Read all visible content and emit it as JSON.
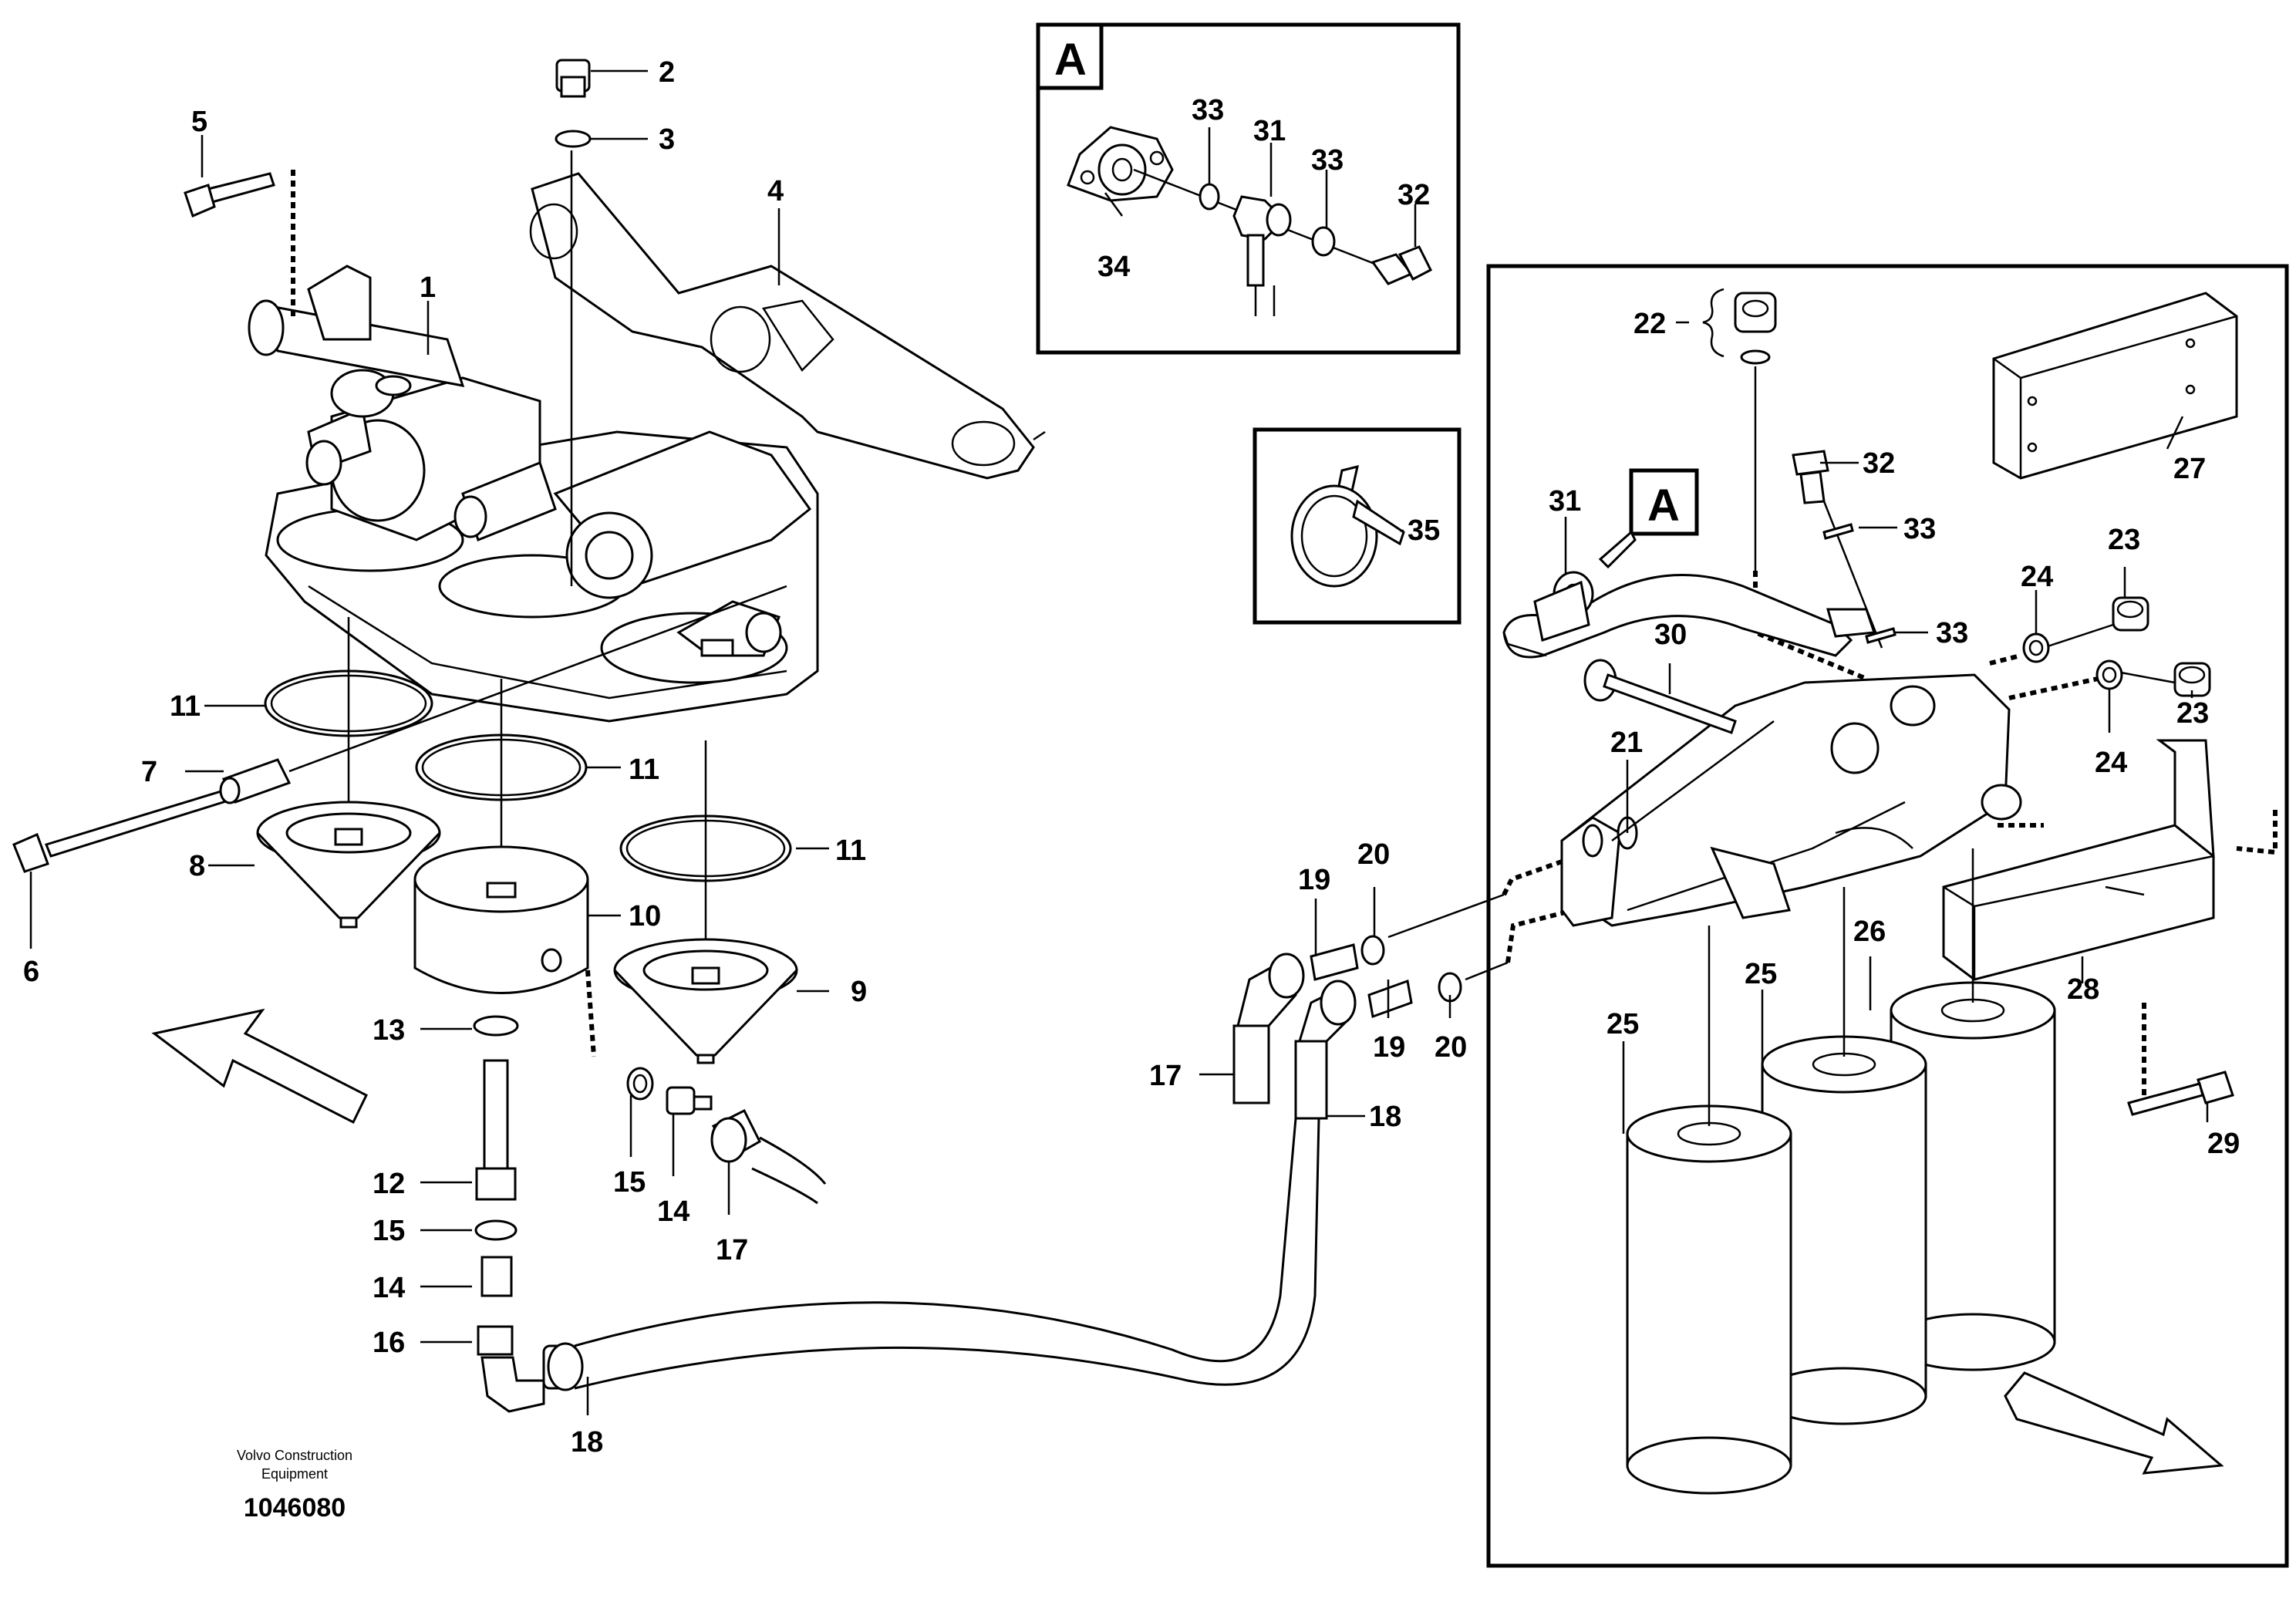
{
  "labels": {
    "l1": "1",
    "l2": "2",
    "l3": "3",
    "l4": "4",
    "l5": "5",
    "l6": "6",
    "l7": "7",
    "l8": "8",
    "l9": "9",
    "l10": "10",
    "l11a": "11",
    "l11b": "11",
    "l11c": "11",
    "l12": "12",
    "l13": "13",
    "l14a": "14",
    "l14b": "14",
    "l15a": "15",
    "l15b": "15",
    "l16": "16",
    "l17a": "17",
    "l17b": "17",
    "l18a": "18",
    "l18b": "18",
    "l19a": "19",
    "l19b": "19",
    "l20a": "20",
    "l20b": "20",
    "l21": "21",
    "l22": "22",
    "l23a": "23",
    "l23b": "23",
    "l24a": "24",
    "l24b": "24",
    "l25a": "25",
    "l25b": "25",
    "l26": "26",
    "l27": "27",
    "l28": "28",
    "l29": "29",
    "l30": "30",
    "l31a": "31",
    "l31b": "31",
    "l32a": "32",
    "l32b": "32",
    "l33a": "33",
    "l33b": "33",
    "l33c": "33",
    "l33d": "33",
    "l34": "34",
    "l35": "35"
  },
  "detail_marker": "A",
  "credit_line1": "Volvo Construction",
  "credit_line2": "Equipment",
  "drawing_number": "1046080"
}
